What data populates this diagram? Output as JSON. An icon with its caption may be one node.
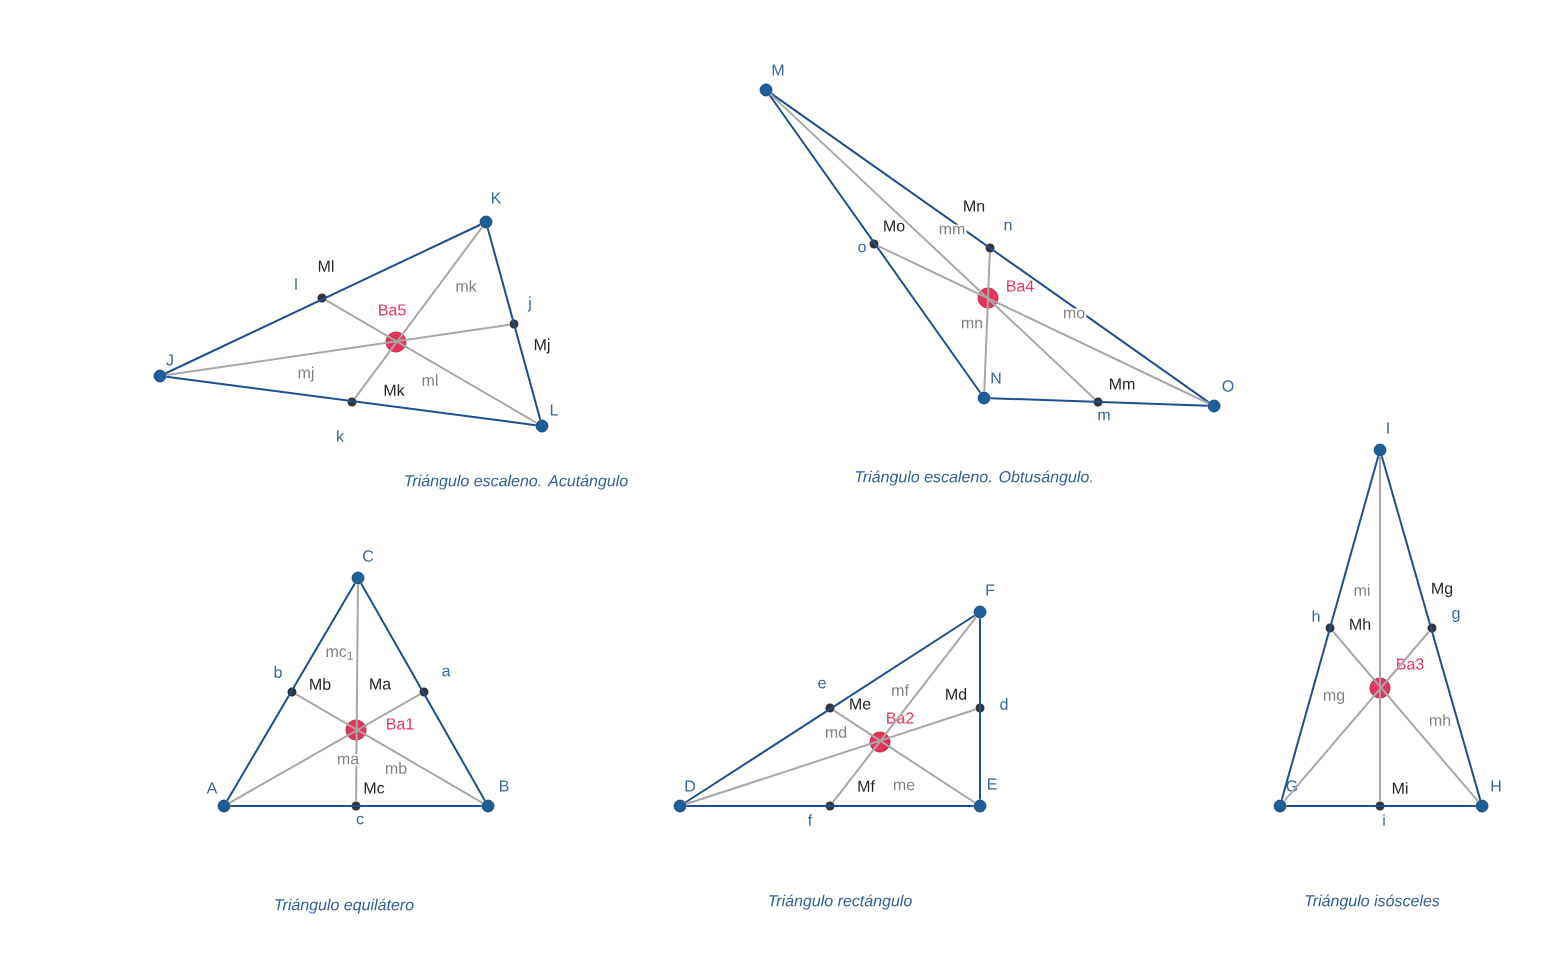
{
  "diagram": {
    "nodes": [
      {
        "text": [
          "J"
        ]
      },
      {
        "text": [
          "K"
        ]
      },
      {
        "text": [
          "L"
        ]
      },
      {
        "text": [
          "Ml"
        ]
      },
      {
        "text": [
          "Mj"
        ]
      },
      {
        "text": [
          "Mk"
        ]
      },
      {
        "text": [
          "Ba5"
        ]
      },
      {
        "text": [
          "M"
        ]
      },
      {
        "text": [
          "N"
        ]
      },
      {
        "text": [
          "O"
        ]
      },
      {
        "text": [
          "Mn"
        ]
      },
      {
        "text": [
          "Mo"
        ]
      },
      {
        "text": [
          "Mm"
        ]
      },
      {
        "text": [
          "Ba4"
        ]
      },
      {
        "text": [
          "A"
        ]
      },
      {
        "text": [
          "B"
        ]
      },
      {
        "text": [
          "C"
        ]
      },
      {
        "text": [
          "Mb"
        ]
      },
      {
        "text": [
          "Ma"
        ]
      },
      {
        "text": [
          "Mc"
        ]
      },
      {
        "text": [
          "Ba1"
        ]
      },
      {
        "text": [
          "D"
        ]
      },
      {
        "text": [
          "E"
        ]
      },
      {
        "text": [
          "F"
        ]
      },
      {
        "text": [
          "Me"
        ]
      },
      {
        "text": [
          "Md"
        ]
      },
      {
        "text": [
          "Mf"
        ]
      },
      {
        "text": [
          "Ba2"
        ]
      },
      {
        "text": [
          "G"
        ]
      },
      {
        "text": [
          "H"
        ]
      },
      {
        "text": [
          "I"
        ]
      },
      {
        "text": [
          "Mh"
        ]
      },
      {
        "text": [
          "Mg"
        ]
      },
      {
        "text": [
          "Mi"
        ]
      },
      {
        "text": [
          "Ba3"
        ]
      }
    ],
    "edges": [
      {
        "from": 0,
        "to": 1,
        "arrow": "none",
        "label": "l",
        "color": "#1f4f8f"
      },
      {
        "from": 1,
        "to": 2,
        "arrow": "none",
        "label": "j",
        "color": "#1f4f8f"
      },
      {
        "from": 0,
        "to": 2,
        "arrow": "none",
        "label": "k",
        "color": "#1f4f8f"
      },
      {
        "from": 0,
        "to": 4,
        "arrow": "none",
        "label": "mj",
        "color": "#a8a8a8"
      },
      {
        "from": 1,
        "to": 5,
        "arrow": "none",
        "label": "mk",
        "color": "#a8a8a8"
      },
      {
        "from": 2,
        "to": 3,
        "arrow": "none",
        "label": "ml",
        "color": "#a8a8a8"
      },
      {
        "from": 7,
        "to": 8,
        "arrow": "none",
        "label": "o",
        "color": "#1f4f8f"
      },
      {
        "from": 7,
        "to": 9,
        "arrow": "none",
        "label": "n",
        "color": "#1f4f8f"
      },
      {
        "from": 8,
        "to": 9,
        "arrow": "none",
        "label": "m",
        "color": "#1f4f8f"
      },
      {
        "from": 7,
        "to": 12,
        "arrow": "none",
        "label": "mm",
        "color": "#a8a8a8"
      },
      {
        "from": 8,
        "to": 10,
        "arrow": "none",
        "label": "mn",
        "color": "#a8a8a8"
      },
      {
        "from": 9,
        "to": 11,
        "arrow": "none",
        "label": "mo",
        "color": "#a8a8a8"
      },
      {
        "from": 14,
        "to": 16,
        "arrow": "none",
        "label": "b",
        "color": "#1f4f8f"
      },
      {
        "from": 15,
        "to": 16,
        "arrow": "none",
        "label": "a",
        "color": "#1f4f8f"
      },
      {
        "from": 14,
        "to": 15,
        "arrow": "none",
        "label": "c",
        "color": "#1f4f8f"
      },
      {
        "from": 14,
        "to": 18,
        "arrow": "none",
        "label": "ma",
        "color": "#a8a8a8"
      },
      {
        "from": 15,
        "to": 17,
        "arrow": "none",
        "label": "mb",
        "color": "#a8a8a8"
      },
      {
        "from": 16,
        "to": 19,
        "arrow": "none",
        "label": "mc$_{1}$",
        "color": "#a8a8a8"
      },
      {
        "from": 21,
        "to": 23,
        "arrow": "none",
        "label": "e",
        "color": "#1f4f8f"
      },
      {
        "from": 22,
        "to": 23,
        "arrow": "none",
        "label": "d",
        "color": "#1f4f8f"
      },
      {
        "from": 21,
        "to": 22,
        "arrow": "none",
        "label": "f",
        "color": "#1f4f8f"
      },
      {
        "from": 21,
        "to": 25,
        "arrow": "none",
        "label": "md",
        "color": "#a8a8a8"
      },
      {
        "from": 22,
        "to": 24,
        "arrow": "none",
        "label": "me",
        "color": "#a8a8a8"
      },
      {
        "from": 23,
        "to": 26,
        "arrow": "none",
        "label": "mf",
        "color": "#a8a8a8"
      },
      {
        "from": 28,
        "to": 30,
        "arrow": "none",
        "label": "h",
        "color": "#1f4f8f"
      },
      {
        "from": 29,
        "to": 30,
        "arrow": "none",
        "label": "g",
        "color": "#1f4f8f"
      },
      {
        "from": 28,
        "to": 29,
        "arrow": "none",
        "label": "i",
        "color": "#1f4f8f"
      },
      {
        "from": 28,
        "to": 32,
        "arrow": "none",
        "label": "mg",
        "color": "#a8a8a8"
      },
      {
        "from": 29,
        "to": 31,
        "arrow": "none",
        "label": "mh",
        "color": "#a8a8a8"
      },
      {
        "from": 30,
        "to": 33,
        "arrow": "none",
        "label": "mi",
        "color": "#a8a8a8"
      }
    ],
    "labels": [
      "Triángulo escaleno. Acutángulo",
      "Triángulo escaleno. Obtusángulo.",
      "Triángulo equilátero",
      "Triángulo rectángulo",
      "Triángulo isósceles"
    ]
  }
}
